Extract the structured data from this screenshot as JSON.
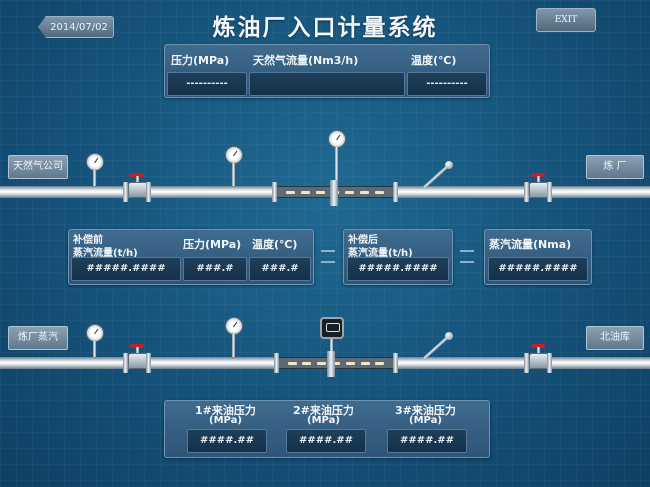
{
  "header": {
    "title": "炼油厂入口计量系统",
    "date": "2014/07/02",
    "exit_label": "EXIT"
  },
  "top_panel": {
    "headers": [
      "压力(MPa)",
      "天然气流量(Nm3/h)",
      "温度(℃)"
    ],
    "values": [
      "----------",
      "",
      "----------"
    ]
  },
  "line1": {
    "source_label": "天然气公司",
    "dest_label": "炼    厂"
  },
  "line2": {
    "source_label": "炼厂蒸汽",
    "dest_label": "北油库"
  },
  "steam_panels": {
    "before": {
      "header_line1": "补偿前",
      "header_line2": "蒸汽流量(t/h)",
      "value": "#####.####"
    },
    "pressure": {
      "header": "压力(MPa)",
      "value": "###.#"
    },
    "temperature": {
      "header": "温度(℃)",
      "value": "###.#"
    },
    "after": {
      "header_line1": "补偿后",
      "header_line2": "蒸汽流量(t/h)",
      "value": "#####.####"
    },
    "steam_flow": {
      "header": "蒸汽流量(Nma)",
      "value": "#####.####"
    }
  },
  "oil_pressures": [
    {
      "label_line1": "1#来油压力",
      "label_line2": "(MPa)",
      "value": "####.##"
    },
    {
      "label_line1": "2#来油压力",
      "label_line2": "(MPa)",
      "value": "####.##"
    },
    {
      "label_line1": "3#来油压力",
      "label_line2": "(MPa)",
      "value": "####.##"
    }
  ]
}
